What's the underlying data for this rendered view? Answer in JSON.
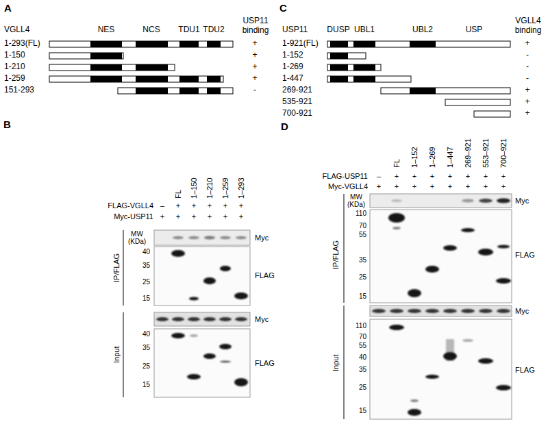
{
  "diagram": {
    "labels": [
      "A",
      "VGLL4",
      "NES",
      "NCS",
      "TDU1",
      "TDU2",
      "USP11 binding",
      "1-293(FL)",
      "+",
      "1-150",
      "+",
      "1-210",
      "+",
      "1-259",
      "+",
      "151-293",
      "-",
      "C",
      "USP11",
      "DUSP",
      "UBL1",
      "UBL2",
      "USP",
      "VGLL4 binding",
      "1-921(FL)",
      "+",
      "1-152",
      "-",
      "1-269",
      "-",
      "1-447",
      "-",
      "269-921",
      "+",
      "535-921",
      "+",
      "700-921",
      "+",
      "B",
      "FL",
      "1–150",
      "1–210",
      "1–259",
      "1–293",
      "FLAG-VGLL4",
      "–",
      "+",
      "+",
      "+",
      "+",
      "+",
      "Myc-USP11",
      "+",
      "+",
      "+",
      "+",
      "+",
      "+",
      "MW (KDa)",
      "Myc",
      "IP/FLAG",
      "40",
      "35",
      "25",
      "15",
      "FLAG",
      "Myc",
      "Input",
      "40",
      "35",
      "25",
      "15",
      "FLAG",
      "D",
      "FL",
      "1–152",
      "1–269",
      "1–447",
      "269–921",
      "553–921",
      "700–921",
      "FLAG-USP11",
      "–",
      "+",
      "+",
      "+",
      "+",
      "+",
      "+",
      "+",
      "Myc-VGLL4",
      "+",
      "+",
      "+",
      "+",
      "+",
      "+",
      "+",
      "+",
      "MW (KDa)",
      "Myc",
      "IP/FLAG",
      "110",
      "70",
      "55",
      "35",
      "25",
      "15",
      "FLAG",
      "Myc",
      "Input",
      "110",
      "70",
      "55",
      "40",
      "35",
      "25",
      "15",
      "FLAG"
    ]
  }
}
